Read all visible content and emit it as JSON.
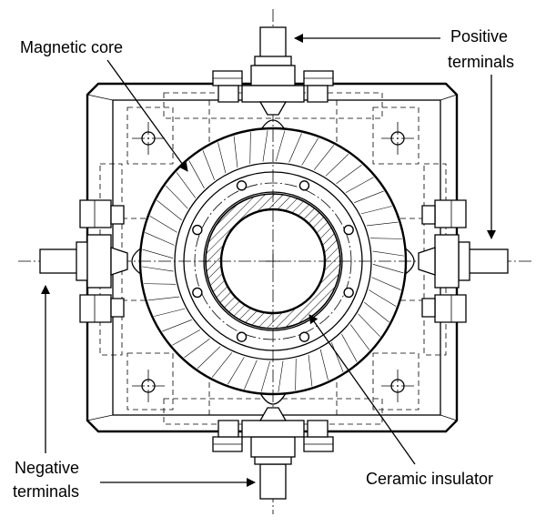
{
  "labels": {
    "magnetic_core": "Magnetic core",
    "positive_line1": "Positive",
    "positive_line2": "terminals",
    "negative_line1": "Negative",
    "negative_line2": "terminals",
    "ceramic_insulator": "Ceramic insulator"
  },
  "colors": {
    "ink": "#000000",
    "background": "#ffffff"
  },
  "geometry_notes": {
    "bolt_holes_inner_ring": 8,
    "frame_corner_bolts": 4,
    "terminal_count_positive": 2,
    "terminal_count_negative": 2
  }
}
